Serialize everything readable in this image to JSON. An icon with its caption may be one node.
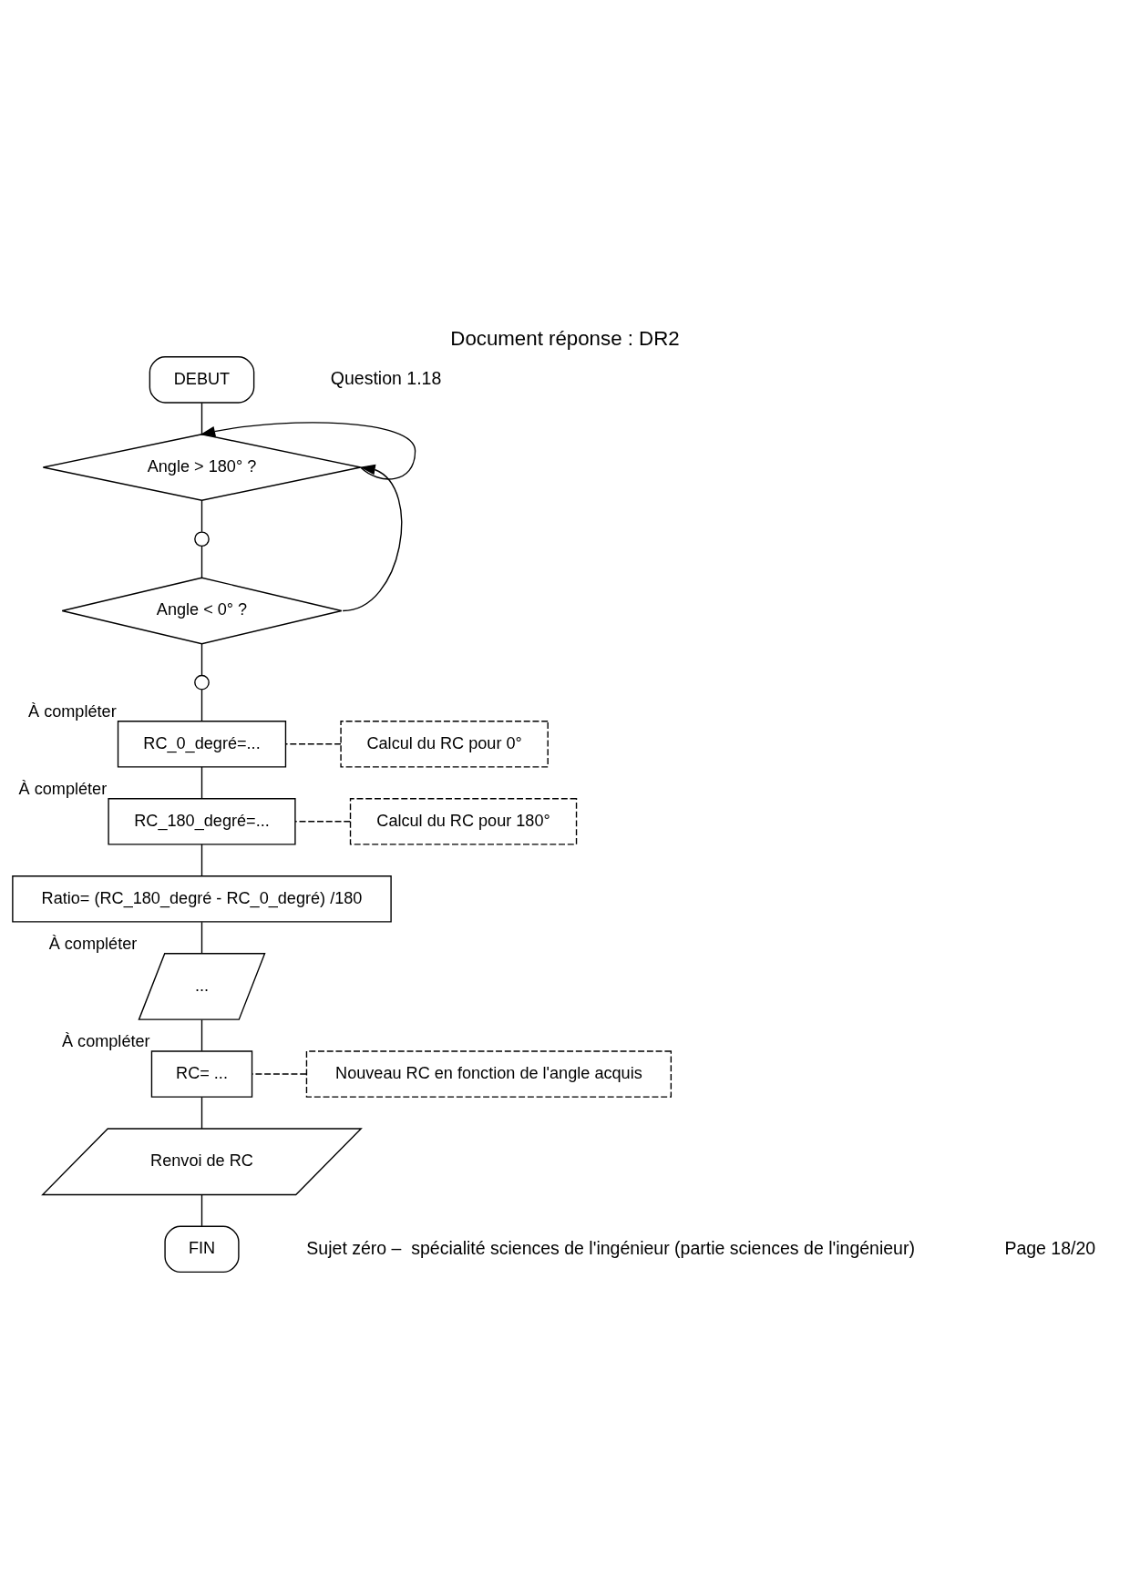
{
  "diagram": {
    "title": "Document réponse : DR2",
    "nodes": [
      {
        "text": [
          "DEBUT"
        ]
      },
      {
        "text": [
          "Angle > 180° ?"
        ]
      },
      {
        "text": [],
        "shape": "circle"
      },
      {
        "text": [
          "Angle < 0° ?"
        ]
      },
      {
        "text": [],
        "shape": "circle"
      },
      {
        "text": [
          "RC_0_degré=..."
        ],
        "beside": [
          "À compléter"
        ]
      },
      {
        "text": [
          "RC_180_degré=..."
        ],
        "beside": [
          "À compléter"
        ]
      },
      {
        "text": [
          "Ratio= (RC_180_degré - RC_0_degré) /180"
        ]
      },
      {
        "text": [
          "..."
        ],
        "beside": [
          "À compléter"
        ]
      },
      {
        "text": [
          "RC= ..."
        ],
        "beside": [
          "À compléter"
        ]
      },
      {
        "text": [
          "Renvoi de RC"
        ]
      },
      {
        "text": [
          "FIN"
        ]
      },
      {
        "text": [
          "Calcul du RC pour 0°"
        ]
      },
      {
        "text": [
          "Calcul du RC pour 180°"
        ]
      },
      {
        "text": [
          "Nouveau RC en fonction de l'angle acquis"
        ]
      }
    ],
    "edges": [
      {
        "from": 0,
        "to": 1,
        "arrow": "none"
      },
      {
        "from": 1,
        "to": 1,
        "arrow": "to"
      },
      {
        "from": 1,
        "to": 2,
        "arrow": "none"
      },
      {
        "from": 2,
        "to": 3,
        "arrow": "none"
      },
      {
        "from": 3,
        "to": 1,
        "arrow": "to"
      },
      {
        "from": 3,
        "to": 4,
        "arrow": "none"
      },
      {
        "from": 4,
        "to": 5,
        "arrow": "none"
      },
      {
        "from": 5,
        "to": 6,
        "arrow": "none"
      },
      {
        "from": 6,
        "to": 7,
        "arrow": "none"
      },
      {
        "from": 7,
        "to": 8,
        "arrow": "none"
      },
      {
        "from": 8,
        "to": 9,
        "arrow": "none"
      },
      {
        "from": 9,
        "to": 10,
        "arrow": "none"
      },
      {
        "from": 10,
        "to": 11,
        "arrow": "none"
      },
      {
        "from": 12,
        "to": 5,
        "arrow": "none",
        "style": "dashed"
      },
      {
        "from": 13,
        "to": 6,
        "arrow": "none",
        "style": "dashed"
      },
      {
        "from": 14,
        "to": 9,
        "arrow": "none",
        "style": "dashed"
      }
    ],
    "labels": [
      "Question 1.18",
      "Sujet zéro –  spécialité sciences de l'ingénieur (partie sciences de l'ingénieur)",
      "Page 18/20"
    ]
  }
}
